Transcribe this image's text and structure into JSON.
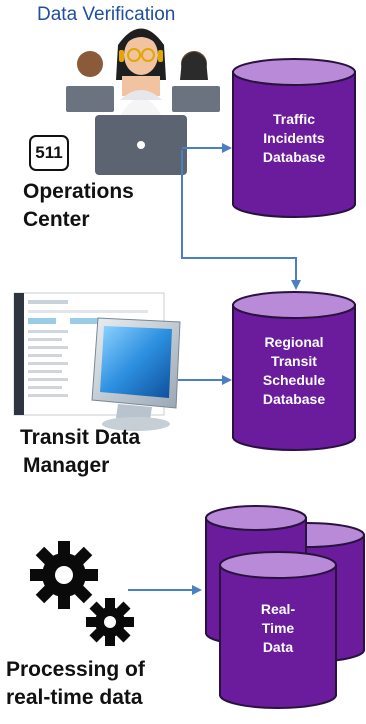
{
  "title": "Data Verification",
  "badge_511": "511",
  "sources": [
    {
      "label_line1": "Operations",
      "label_line2": "Center"
    },
    {
      "label_line1": "Transit Data",
      "label_line2": "Manager"
    },
    {
      "label_line1": "Processing of",
      "label_line2": "real-time data"
    }
  ],
  "databases": [
    {
      "lines": [
        "Traffic",
        "Incidents",
        "Database"
      ]
    },
    {
      "lines": [
        "Regional",
        "Transit",
        "Schedule",
        "Database"
      ]
    },
    {
      "lines": [
        "Real-",
        "Time",
        "Data"
      ]
    }
  ],
  "colors": {
    "db_fill": "#6a1c9c",
    "db_top": "#b98ad8",
    "arrow": "#4a7fc1",
    "title": "#1f4fa0"
  }
}
